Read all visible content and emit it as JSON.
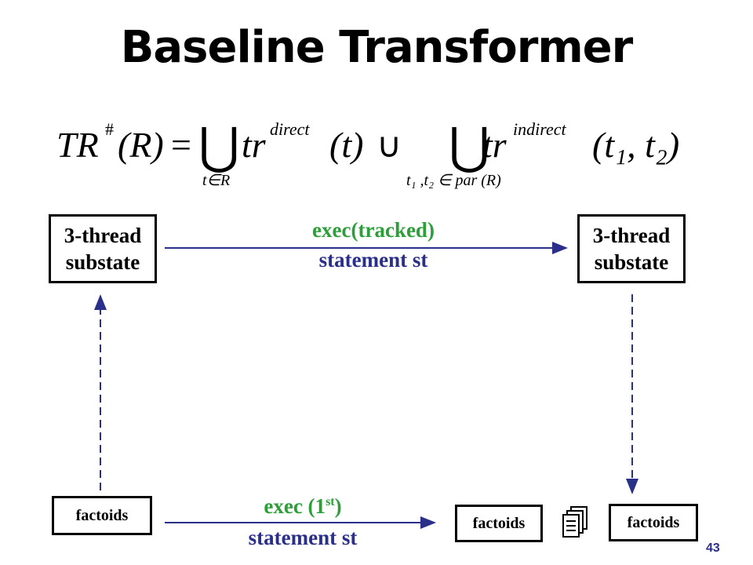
{
  "title": "Baseline Transformer",
  "formula": {
    "lhs_TR": "TR",
    "lhs_sup": "#",
    "lhs_arg": "(R)",
    "equals": "=",
    "union_symbol": "⋃",
    "tr": "tr",
    "direct_sup": "direct",
    "direct_arg": "(t)",
    "union_op": "∪",
    "indirect_sup": "indirect",
    "indirect_arg": "(t₁, t₂)",
    "sub_direct": "t∈R",
    "sub_indirect": "t₁ ,t₂ ∈ par (R)"
  },
  "boxes": {
    "top_left": {
      "line1": "3-thread",
      "line2": "substate"
    },
    "top_right": {
      "line1": "3-thread",
      "line2": "substate"
    },
    "bottom_left": "factoids",
    "bottom_mid": "factoids",
    "bottom_right": "factoids"
  },
  "arrows": {
    "top": {
      "line1": "exec(tracked)",
      "line2": "statement st"
    },
    "bottom": {
      "line1_prefix": "exec (1",
      "line1_sup": "st",
      "line1_suffix": ")",
      "line2": "statement st"
    }
  },
  "page_number": "43",
  "colors": {
    "green": "#2e9e3b",
    "navy": "#2a2f8a"
  },
  "icons": {
    "stack": "document-stack-icon"
  }
}
